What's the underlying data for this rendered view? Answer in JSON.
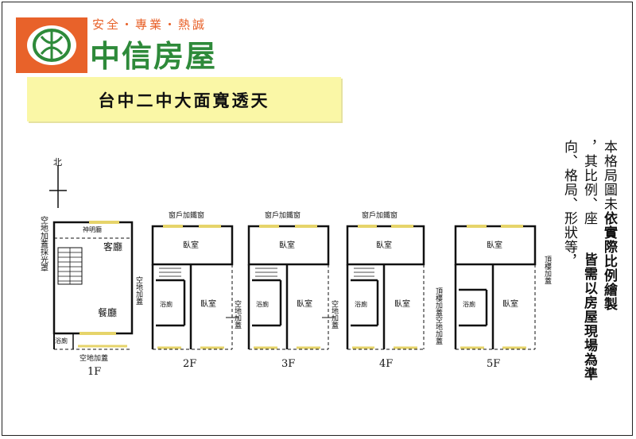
{
  "header": {
    "tagline": "安全・專業・熱誠",
    "brand_name": "中信房屋",
    "brand_color": "#2e8a3a",
    "logo_color": "#e8622a",
    "title": "台中二中大面寬透天"
  },
  "disclaimer": {
    "col1": {
      "normal": "本格局圖未",
      "bold": "依實際比例繪製"
    },
    "col2": "，其比例、座",
    "col3": "向、格局、形狀等，",
    "col4": {
      "bold": "皆需以房屋現場為準"
    }
  },
  "compass": {
    "label": "北"
  },
  "floors": [
    {
      "name": "1F",
      "labels": {
        "left": "空地加蓋採光罩",
        "shrine": "神明廳",
        "living": "客廳",
        "dining": "餐廳",
        "bath": "浴廁",
        "bottom": "空地加蓋",
        "right": "空地加蓋"
      }
    },
    {
      "name": "2F",
      "labels": {
        "top": "窗戶加鐵窗",
        "bedroom_top": "臥室",
        "bath": "浴廁",
        "bedroom": "臥室",
        "right": "空地加蓋"
      }
    },
    {
      "name": "3F",
      "labels": {
        "top": "窗戶加鐵窗",
        "bedroom_top": "臥室",
        "bath": "浴廁",
        "bedroom": "臥室",
        "right": "空地加蓋"
      }
    },
    {
      "name": "4F",
      "labels": {
        "top": "窗戶加鐵窗",
        "bedroom_top": "臥室",
        "bath": "浴廁",
        "bedroom": "臥室",
        "left": "頂樓加蓋",
        "right": "空地加蓋"
      }
    },
    {
      "name": "5F",
      "labels": {
        "bedroom_top": "臥室",
        "bath": "浴廁",
        "bedroom": "臥室",
        "right": "頂樓加蓋"
      }
    }
  ]
}
